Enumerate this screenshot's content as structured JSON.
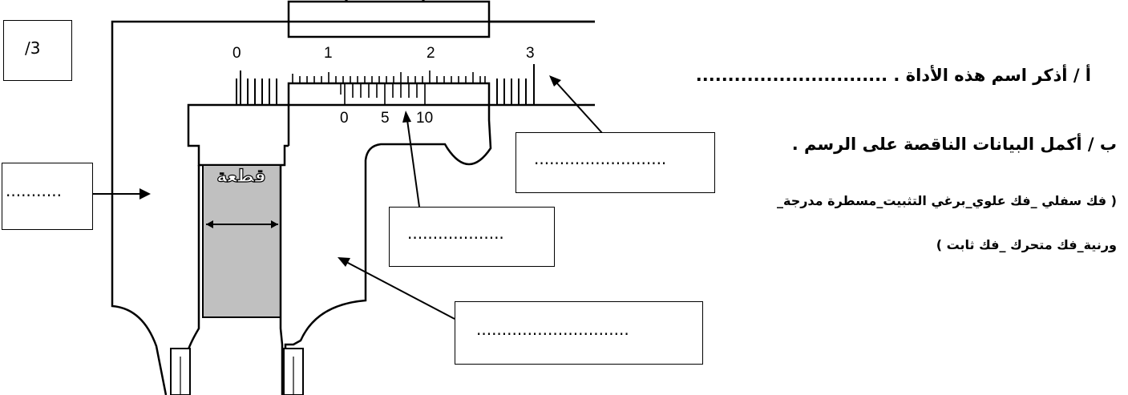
{
  "score": {
    "text": "/3"
  },
  "questions": {
    "q1_text": "أ / أذكر اسم هذه الأداة .  ..............................",
    "q2_text": "ب / أكمل البيانات الناقصة على الرسم .",
    "hint_line1": "( فك سفلي _فك علوي_برغي التثبيت_مسطرة مدرجة_",
    "hint_line2": "ورنية_فك متحرك _فك ثابت )"
  },
  "diagram": {
    "main_scale_labels": [
      "0",
      "1",
      "2",
      "3"
    ],
    "vernier_labels": [
      "0",
      "5",
      "10"
    ],
    "sample_label": "قطعة"
  },
  "blanks": {
    "left": "...........",
    "right_top": "..........................",
    "middle": "...................",
    "lower": ".............................."
  },
  "colors": {
    "line": "#000000",
    "sample_fill": "#c0c0c0",
    "background": "#ffffff"
  }
}
